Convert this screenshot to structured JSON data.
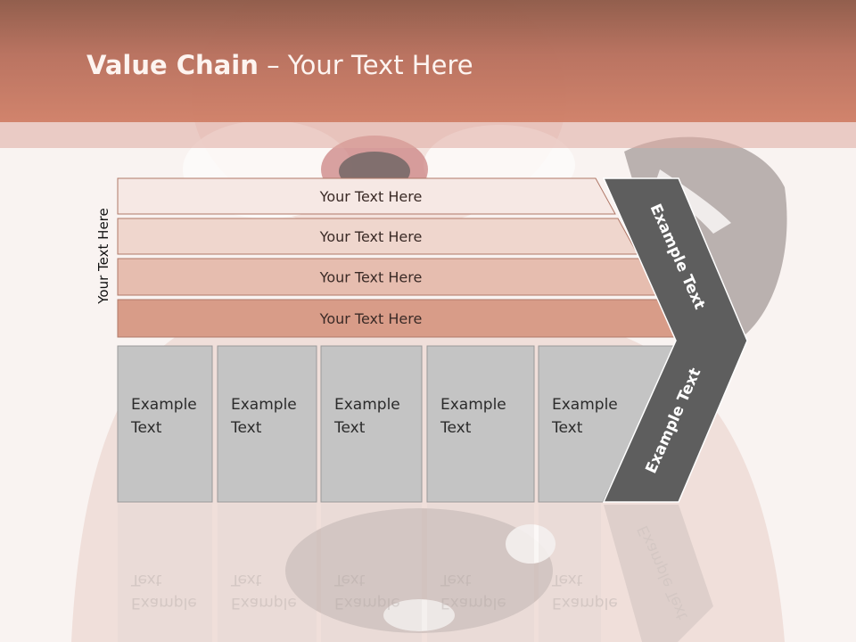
{
  "slide": {
    "title_bold": "Value Chain",
    "title_rest": " – Your Text Here",
    "side_label": "Your Text Here"
  },
  "bands": [
    {
      "label": "Your Text Here",
      "fill": "#f6e8e4"
    },
    {
      "label": "Your Text Here",
      "fill": "#efd6cd"
    },
    {
      "label": "Your Text Here",
      "fill": "#e6bdaf"
    },
    {
      "label": "Your Text Here",
      "fill": "#d89c88"
    }
  ],
  "columns": [
    {
      "line1": "Example",
      "line2": "Text"
    },
    {
      "line1": "Example",
      "line2": "Text"
    },
    {
      "line1": "Example",
      "line2": "Text"
    },
    {
      "line1": "Example",
      "line2": "Text"
    },
    {
      "line1": "Example",
      "line2": "Text"
    }
  ],
  "chevron": {
    "upper_label": "Example Text",
    "lower_label": "Example Text",
    "fill": "#5e5e5e"
  },
  "colors": {
    "header": "#b8705d",
    "column_fill": "#c4c4c4",
    "background": "#f9f3f2"
  }
}
